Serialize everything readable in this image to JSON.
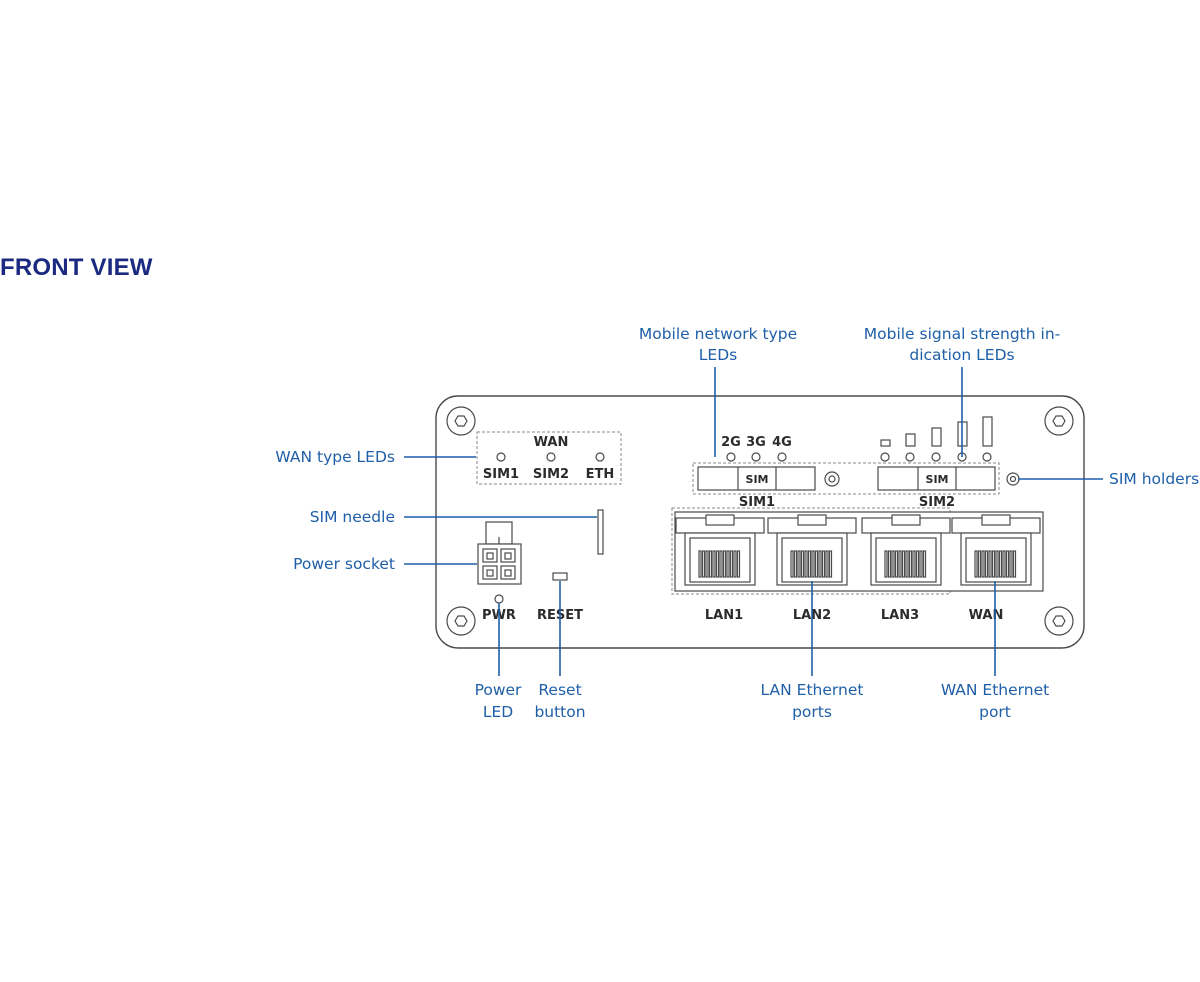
{
  "title": "FRONT VIEW",
  "callouts": {
    "network_type_leds": [
      "Mobile network type",
      "LEDs"
    ],
    "signal_strength_leds": [
      "Mobile signal strength in-",
      "dication LEDs"
    ],
    "wan_type_leds": "WAN type LEDs",
    "sim_needle": "SIM needle",
    "power_socket": "Power socket",
    "sim_holders": "SIM holders",
    "power_led": [
      "Power",
      "LED"
    ],
    "reset_button": [
      "Reset",
      "button"
    ],
    "lan_ports": [
      "LAN Ethernet",
      "ports"
    ],
    "wan_port": [
      "WAN Ethernet",
      "port"
    ]
  },
  "device": {
    "wan_header": "WAN",
    "wan_leds": [
      "SIM1",
      "SIM2",
      "ETH"
    ],
    "network_leds": [
      "2G",
      "3G",
      "4G"
    ],
    "sim_slot_label": "SIM",
    "sim_holders": [
      "SIM1",
      "SIM2"
    ],
    "pwr": "PWR",
    "reset": "RESET",
    "ports": [
      "LAN1",
      "LAN2",
      "LAN3",
      "WAN"
    ]
  },
  "colors": {
    "title": "#1b2a80",
    "callout": "#1f5fa8",
    "outline": "#4a4a4a"
  }
}
